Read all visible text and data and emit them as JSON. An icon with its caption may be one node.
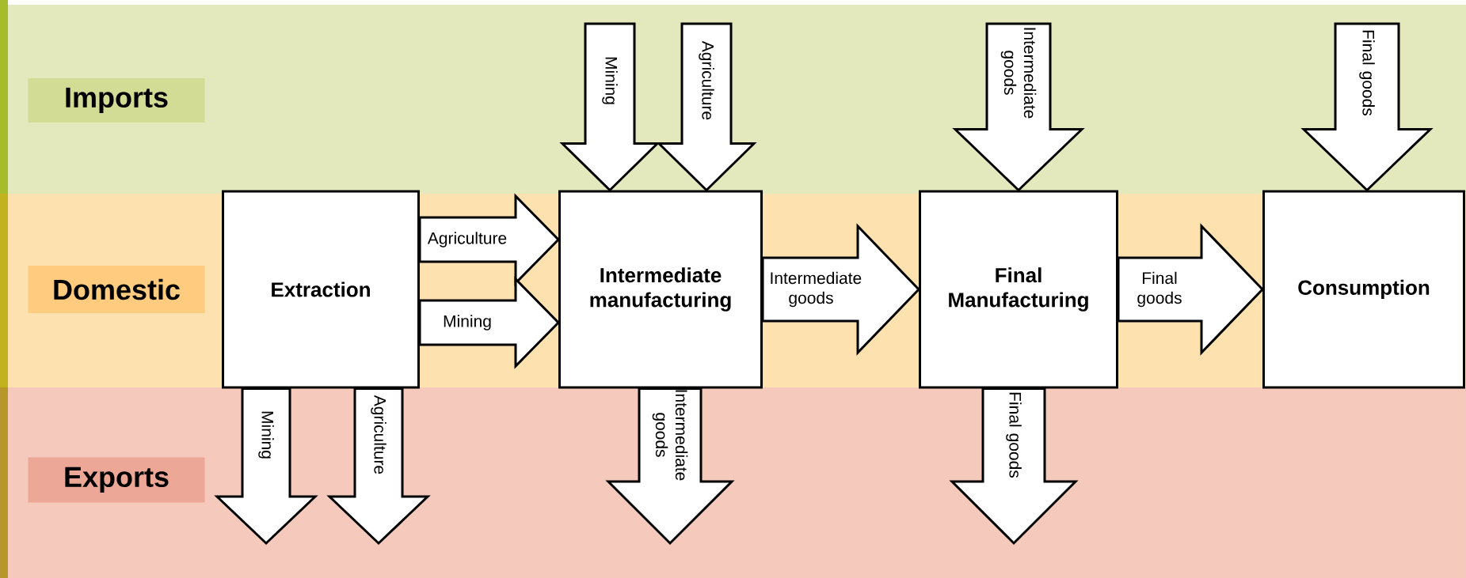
{
  "diagram": {
    "nodes": [
      {
        "text": [
          "Imports"
        ]
      },
      {
        "text": [
          "Domestic"
        ]
      },
      {
        "text": [
          "Exports"
        ]
      },
      {
        "text": [
          "Extraction"
        ]
      },
      {
        "text": [
          "Intermediate manufacturing"
        ]
      },
      {
        "text": [
          "Final Manufacturing"
        ]
      },
      {
        "text": [
          "Consumption"
        ]
      }
    ],
    "edges": [
      {
        "from": 3,
        "to": 4,
        "arrow": "to",
        "label": "Agriculture"
      },
      {
        "from": 3,
        "to": 4,
        "arrow": "to",
        "label": "Mining"
      },
      {
        "from": 4,
        "to": 5,
        "arrow": "to",
        "label": "Intermediate goods"
      },
      {
        "from": 5,
        "to": 6,
        "arrow": "to",
        "label": "Final goods"
      },
      {
        "from": null,
        "to": 4,
        "arrow": "to",
        "label": "Mining"
      },
      {
        "from": null,
        "to": 4,
        "arrow": "to",
        "label": "Agriculture"
      },
      {
        "from": null,
        "to": 5,
        "arrow": "to",
        "label": "Intermediate goods"
      },
      {
        "from": null,
        "to": 6,
        "arrow": "to",
        "label": "Final goods"
      },
      {
        "from": 3,
        "to": null,
        "arrow": "to",
        "label": "Mining"
      },
      {
        "from": 3,
        "to": null,
        "arrow": "to",
        "label": "Agriculture"
      },
      {
        "from": 4,
        "to": null,
        "arrow": "to",
        "label": "Intermediate goods"
      },
      {
        "from": 5,
        "to": null,
        "arrow": "to",
        "label": "Final goods"
      }
    ]
  }
}
